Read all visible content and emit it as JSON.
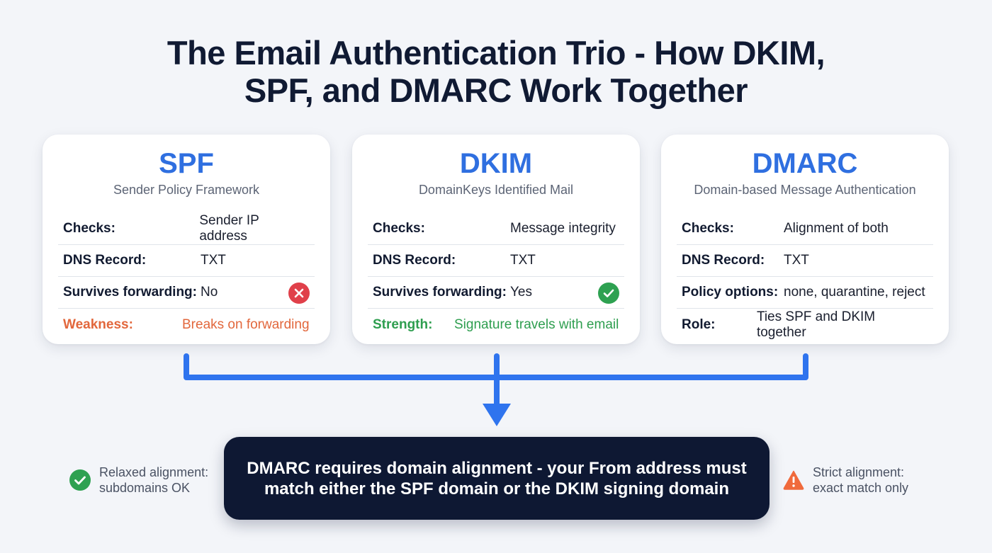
{
  "title": {
    "line1": "The Email Authentication Trio - How DKIM,",
    "line2": "SPF, and DMARC Work Together"
  },
  "colors": {
    "background": "#f3f5f9",
    "accent_blue": "#2f6fe0",
    "weakness_orange": "#e2673c",
    "strength_green": "#2e9e4f",
    "error_red": "#e0404a",
    "callout_navy": "#0e1833"
  },
  "cards": [
    {
      "acronym": "SPF",
      "subtitle": "Sender Policy Framework",
      "rows": [
        {
          "label": "Checks:",
          "value": "Sender IP address"
        },
        {
          "label": "DNS Record:",
          "value": "TXT"
        },
        {
          "label": "Survives forwarding:",
          "value": "No",
          "icon": "x-circle-icon"
        },
        {
          "label": "Weakness:",
          "value": "Breaks on forwarding",
          "tone": "weakness"
        }
      ]
    },
    {
      "acronym": "DKIM",
      "subtitle": "DomainKeys Identified Mail",
      "rows": [
        {
          "label": "Checks:",
          "value": "Message integrity"
        },
        {
          "label": "DNS Record:",
          "value": "TXT"
        },
        {
          "label": "Survives forwarding:",
          "value": "Yes",
          "icon": "check-circle-icon"
        },
        {
          "label": "Strength:",
          "value": "Signature travels with email",
          "tone": "strength"
        }
      ]
    },
    {
      "acronym": "DMARC",
      "subtitle": "Domain-based Message Authentication",
      "rows": [
        {
          "label": "Checks:",
          "value": "Alignment of both"
        },
        {
          "label": "DNS Record:",
          "value": "TXT"
        },
        {
          "label": "Policy options:",
          "value": "none, quarantine, reject"
        },
        {
          "label": "Role:",
          "value": "Ties SPF and DKIM together"
        }
      ]
    }
  ],
  "callout": {
    "line1": "DMARC requires domain alignment - your From address must",
    "line2": "match either the SPF domain or the DKIM signing domain"
  },
  "notes": {
    "relaxed": {
      "line1": "Relaxed alignment:",
      "line2": "subdomains OK",
      "icon": "check-circle-icon"
    },
    "strict": {
      "line1": "Strict alignment:",
      "line2": "exact match only",
      "icon": "warning-triangle-icon"
    }
  }
}
